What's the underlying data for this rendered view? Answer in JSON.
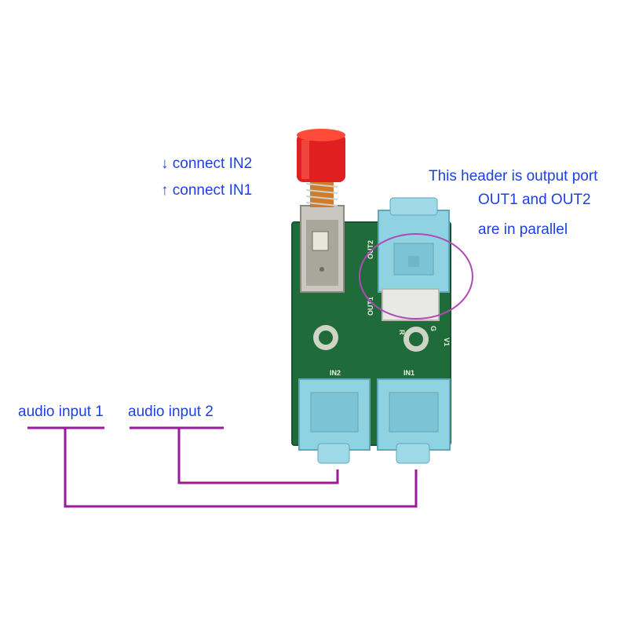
{
  "annotations": {
    "connect_in2": "↓ connect IN2",
    "connect_in1": "↑ connect IN1",
    "header_line1": "This header is output port",
    "header_line2": "OUT1 and OUT2",
    "header_line3": "are in parallel",
    "audio_input_1": "audio input 1",
    "audio_input_2": "audio input 2"
  },
  "board_labels": {
    "out2": "OUT2",
    "out1": "OUT1",
    "in2": "IN2",
    "in1": "IN1",
    "r": "R",
    "g": "G",
    "v1": "V1"
  },
  "colors": {
    "annotation_text": "#1f3fe6",
    "wire": "#9a1a9a",
    "pcb": "#1f6b3a",
    "jack": "#8fd2e2",
    "button_cap": "#e02020",
    "highlight_circle": "#b04ab8"
  }
}
